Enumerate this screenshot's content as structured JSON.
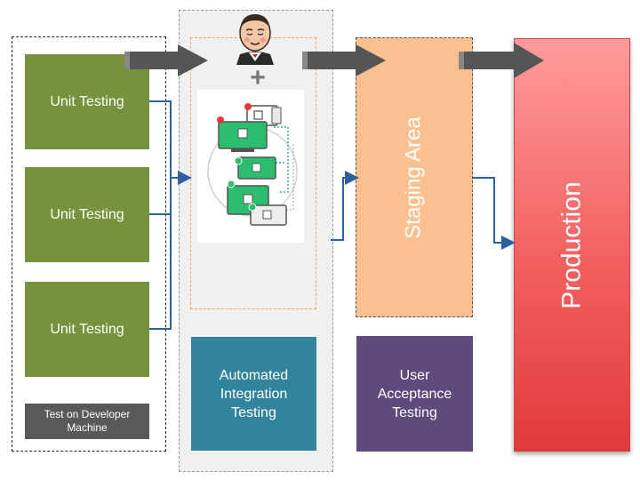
{
  "developer": {
    "units": [
      {
        "label": "Unit Testing"
      },
      {
        "label": "Unit Testing"
      },
      {
        "label": "Unit Testing"
      }
    ],
    "label": "Test on Developer Machine"
  },
  "ci": {
    "plus": "+",
    "label": "Automated Integration Testing",
    "jenkins_icon": "jenkins-butler-icon",
    "image_icon": "integration-screens-icon"
  },
  "staging": {
    "title": "Staging Area",
    "label": "User Acceptance Testing"
  },
  "production": {
    "title": "Production"
  },
  "colors": {
    "unit": "#76923c",
    "dev_label": "#595959",
    "ci_label": "#31849b",
    "staging": "#fac090",
    "uat_label": "#604a7b",
    "production": "#e23a3a",
    "connector": "#2e5f9e",
    "big_arrow": "#555555"
  }
}
